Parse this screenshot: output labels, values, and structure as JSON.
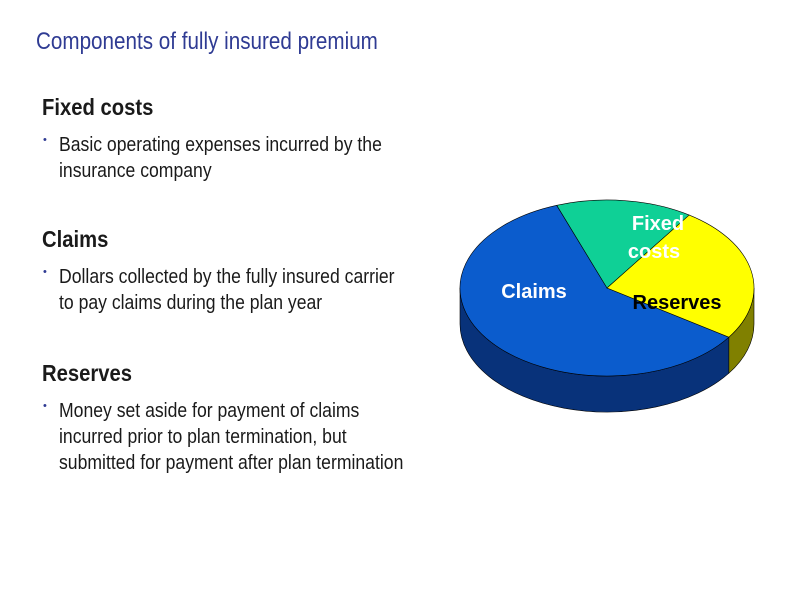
{
  "slide": {
    "title": "Components of fully insured premium"
  },
  "sections": [
    {
      "heading": "Fixed costs",
      "bullet": "Basic operating expenses incurred by  the\ninsurance company"
    },
    {
      "heading": "Claims",
      "bullet": "Dollars collected by the fully insured carrier\nto pay claims during the plan year"
    },
    {
      "heading": "Reserves",
      "bullet": "Money set aside for payment of claims\nincurred prior to plan termination, but\nsubmitted for payment after plan termination"
    }
  ],
  "bullet_glyph": "•",
  "chart_data": {
    "type": "pie",
    "style": "3d",
    "categories": [
      "Claims",
      "Fixed costs",
      "Reserves"
    ],
    "values": [
      60,
      15,
      25
    ],
    "colors": [
      "#0b5ccd",
      "#0fd096",
      "#ffff00"
    ],
    "side_colors": [
      "#08327a",
      "#0a7a58",
      "#808000"
    ],
    "label_colors": [
      "#ffffff",
      "#ffffff",
      "#000000"
    ],
    "labels": {
      "claims": "Claims",
      "fixed_line1": "Fixed",
      "fixed_line2": "costs",
      "reserves": "Reserves"
    },
    "title": "",
    "legend": "none"
  }
}
